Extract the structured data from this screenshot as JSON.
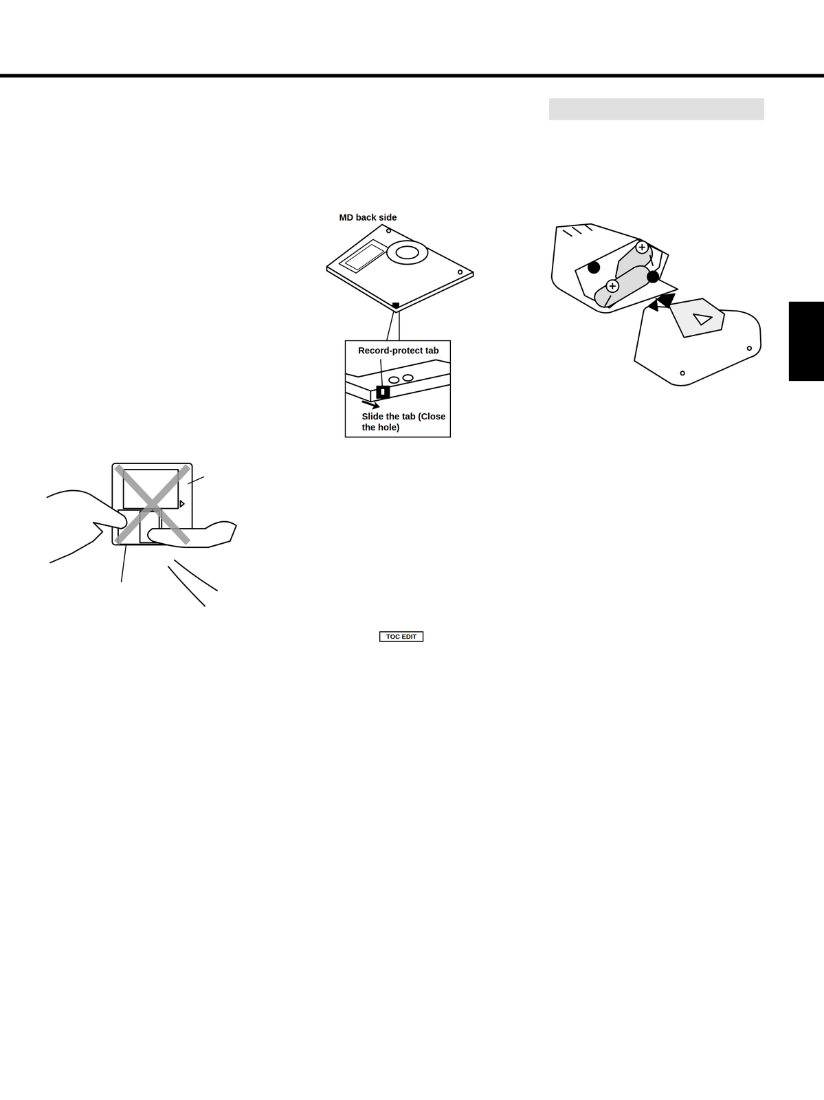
{
  "diagram": {
    "nodes": [
      {
        "text": [
          "Record-protect tab",
          "Slide the tab (Close the hole)"
        ]
      },
      {
        "text": [
          "TOC EDIT"
        ]
      }
    ],
    "labels": [
      "MD back side"
    ]
  }
}
